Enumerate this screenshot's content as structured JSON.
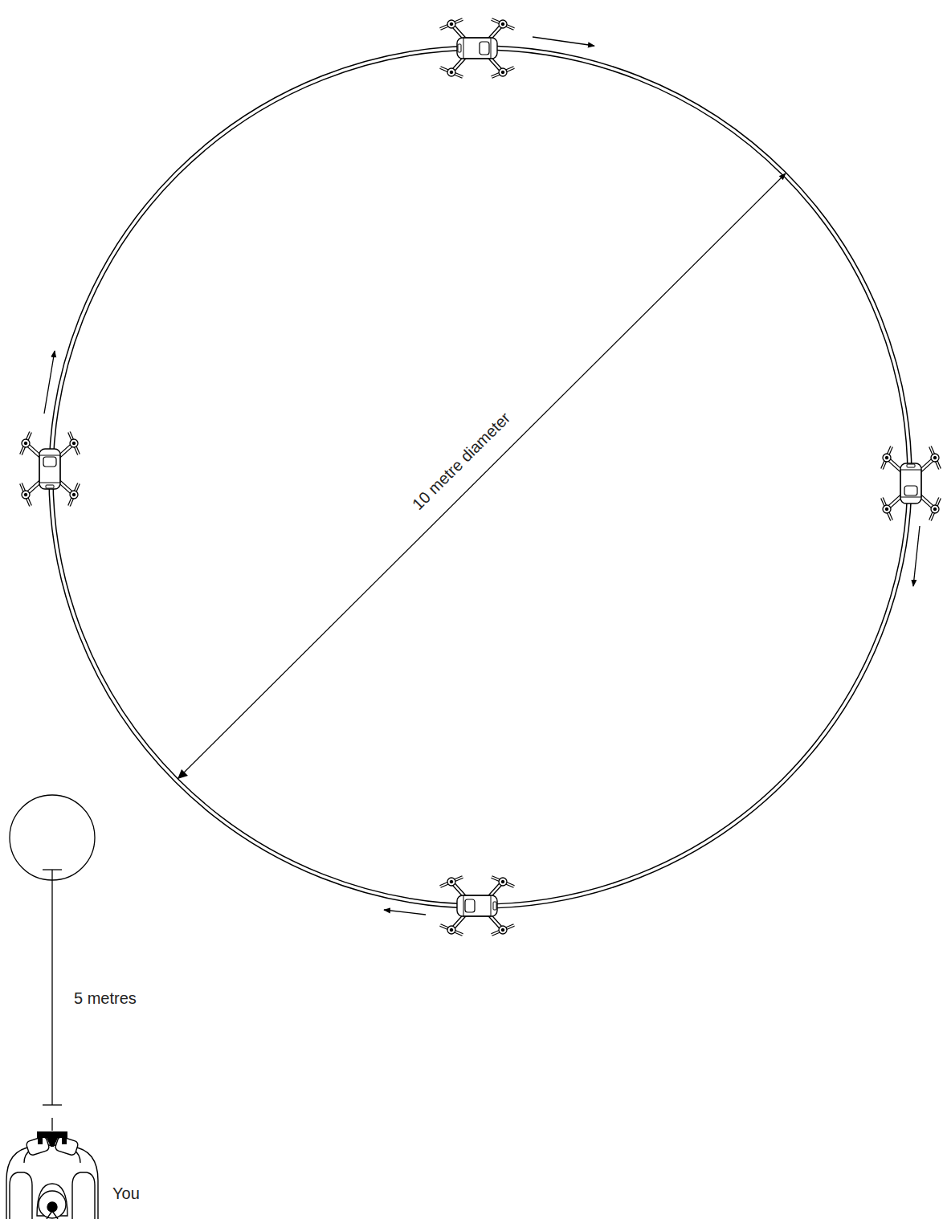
{
  "diagram": {
    "labels": [
      "10 metre diameter",
      "5 metres",
      "You"
    ]
  }
}
